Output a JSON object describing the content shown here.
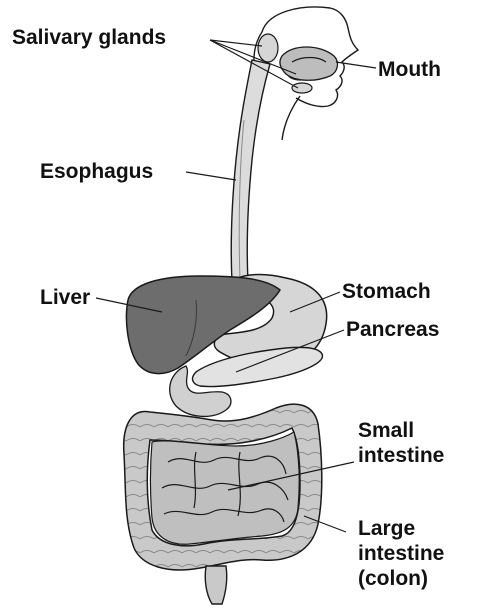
{
  "labels": {
    "salivary_glands": "Salivary glands",
    "mouth": "Mouth",
    "esophagus": "Esophagus",
    "liver": "Liver",
    "stomach": "Stomach",
    "pancreas": "Pancreas",
    "small_intestine": [
      "Small",
      "intestine"
    ],
    "large_intestine": [
      "Large",
      "intestine",
      "(colon)"
    ]
  },
  "colors": {
    "outline": "#1a1a1a",
    "liver_fill": "#6d6d6d",
    "organ_fill": "#d6d6d6",
    "intestine_fill": "#c9c9c9",
    "label_text": "#111111"
  }
}
